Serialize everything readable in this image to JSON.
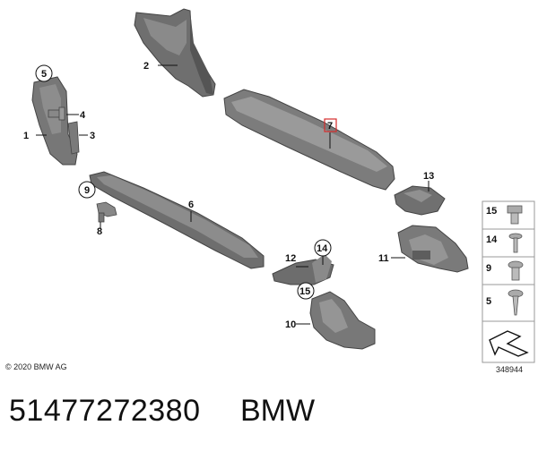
{
  "callouts": {
    "c1": "1",
    "c2": "2",
    "c3": "3",
    "c4": "4",
    "c5": "5",
    "c6": "6",
    "c7": "7",
    "c8": "8",
    "c9": "9",
    "c10": "10",
    "c11": "11",
    "c12": "12",
    "c13": "13",
    "c14": "14",
    "c15": "15"
  },
  "legend": {
    "row1": "15",
    "row2": "14",
    "row3": "9",
    "row4": "5"
  },
  "highlight_color": "#d62b2b",
  "footer": {
    "copyright": "© 2020 BMW AG",
    "drawing_id": "348944",
    "part_number": "51477272380",
    "brand": "BMW"
  }
}
